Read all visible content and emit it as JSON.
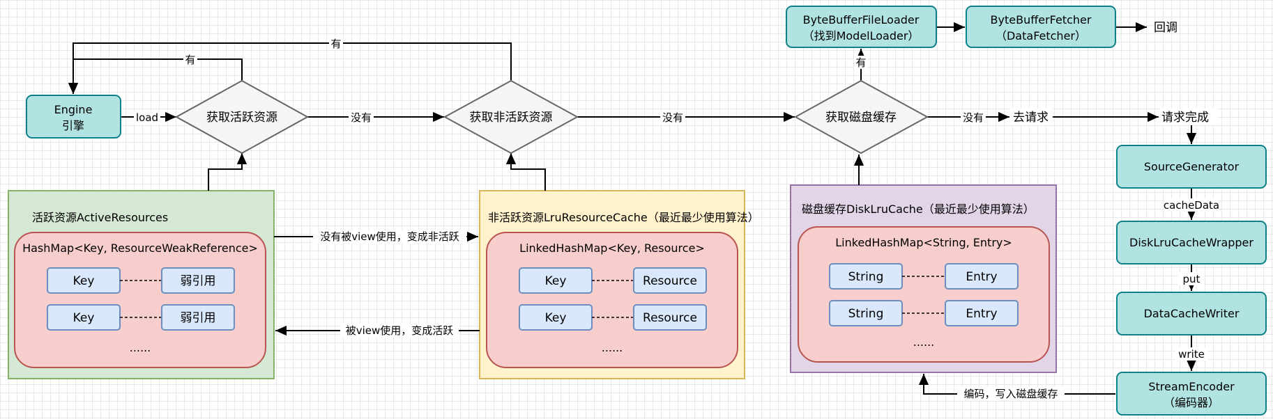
{
  "nodes": {
    "engine": [
      "Engine",
      "引擎"
    ],
    "get_active": "获取活跃资源",
    "get_inactive": "获取非活跃资源",
    "get_disk": "获取磁盘缓存",
    "bytebuffer_file_loader": [
      "ByteBufferFileLoader",
      "（找到ModelLoader）"
    ],
    "bytebuffer_fetcher": [
      "ByteBufferFetcher",
      "（DataFetcher）"
    ],
    "callback": "回调",
    "go_request": "去请求",
    "request_done": "请求完成",
    "source_generator": "SourceGenerator",
    "disklrucache_wrapper": "DiskLruCacheWrapper",
    "data_cache_writer": "DataCacheWriter",
    "stream_encoder": [
      "StreamEncoder",
      "（编码器）"
    ]
  },
  "containers": {
    "active": {
      "title": "活跃资源ActiveResources",
      "map_title": "HashMap<Key, ResourceWeakReference>",
      "rows": [
        [
          "Key",
          "弱引用"
        ],
        [
          "Key",
          "弱引用"
        ]
      ],
      "ellipsis": "......"
    },
    "inactive": {
      "title": "非活跃资源LruResourceCache（最近最少使用算法）",
      "map_title": "LinkedHashMap<Key, Resource>",
      "rows": [
        [
          "Key",
          "Resource"
        ],
        [
          "Key",
          "Resource"
        ]
      ],
      "ellipsis": "......"
    },
    "disk": {
      "title": "磁盘缓存DiskLruCache（最近最少使用算法）",
      "map_title": "LinkedHashMap<String, Entry>",
      "rows": [
        [
          "String",
          "Entry"
        ],
        [
          "String",
          "Entry"
        ]
      ],
      "ellipsis": "......"
    }
  },
  "edge_labels": {
    "load": "load",
    "has_active": "有",
    "has_inactive": "有",
    "none_active": "没有",
    "none_inactive": "没有",
    "has_disk": "有",
    "none_disk": "没有",
    "not_used": "没有被view使用，变成非活跃",
    "used": "被view使用，变成活跃",
    "cache_data": "cacheData",
    "put": "put",
    "write": "write",
    "encode": "编码，写入磁盘缓存"
  },
  "colors": {
    "teal_fill": "#b2e3e3",
    "teal_stroke": "#0e8088",
    "green_fill": "#d5e8d4",
    "green_stroke": "#82b366",
    "yellow_fill": "#fff2cc",
    "yellow_stroke": "#d6b656",
    "purple_fill": "#e1d5e7",
    "purple_stroke": "#9673a6",
    "red_fill": "#f8cecc",
    "red_stroke": "#b85450",
    "blue_fill": "#dae8fc",
    "blue_stroke": "#6c8ebf",
    "diamond_fill": "#f5f5f5",
    "diamond_stroke": "#666666"
  }
}
